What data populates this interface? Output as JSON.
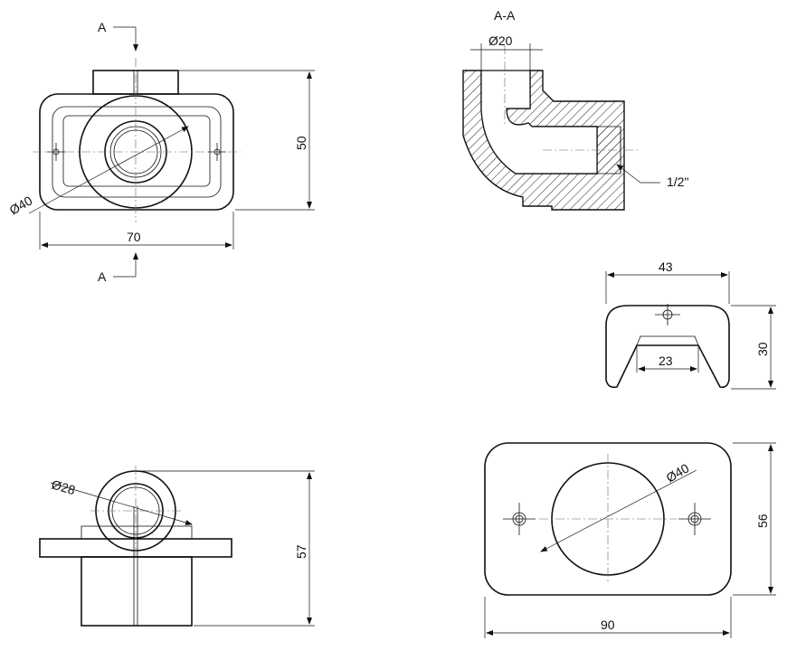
{
  "section_marks": {
    "top": "A",
    "bottom": "A",
    "title": "A-A"
  },
  "dimensions": {
    "front_width": "70",
    "front_height": "50",
    "front_diameter": "Ø40",
    "section_bore": "Ø20",
    "section_thread": "1/2\"",
    "side_width": "43",
    "side_inner": "23",
    "side_height": "30",
    "bottom_diameter": "Ø28",
    "bottom_height": "57",
    "plate_diameter": "Ø40",
    "plate_width": "90",
    "plate_height": "56"
  }
}
